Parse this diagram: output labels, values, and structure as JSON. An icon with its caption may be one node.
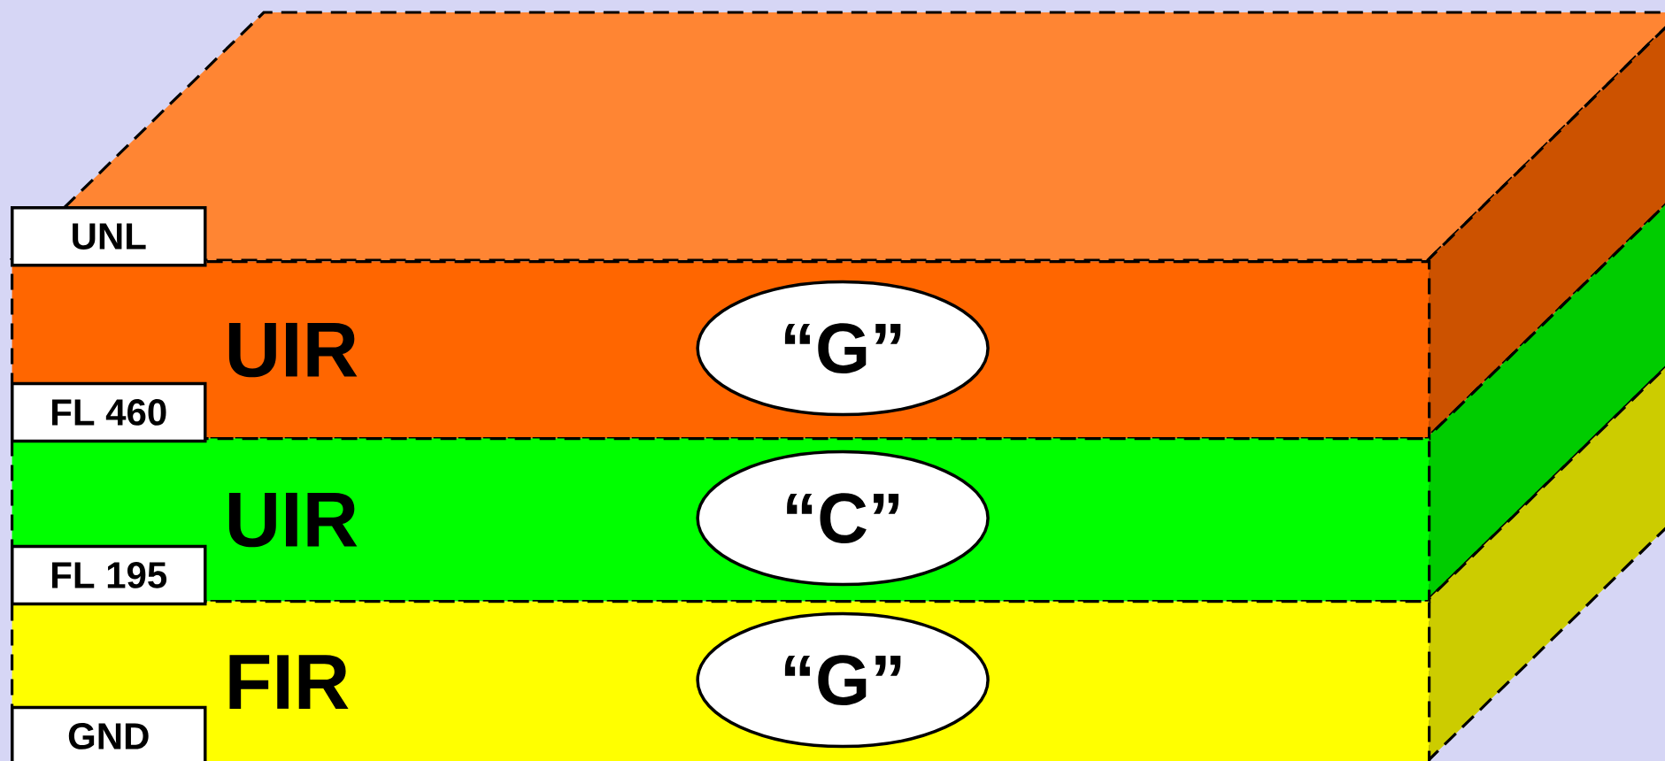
{
  "diagram": {
    "nodes": [
      {
        "text": [
          "UIR"
        ]
      },
      {
        "text": [
          "“G”"
        ],
        "in": 0
      },
      {
        "text": [
          "UIR"
        ]
      },
      {
        "text": [
          "“C”"
        ],
        "in": 2
      },
      {
        "text": [
          "FIR"
        ]
      },
      {
        "text": [
          "“G”"
        ],
        "in": 4
      },
      {
        "text": [
          "UNL"
        ]
      },
      {
        "text": [
          "FL 460"
        ],
        "in": 0
      },
      {
        "text": [
          "FL 195"
        ],
        "in": 2
      },
      {
        "text": [
          "GND"
        ],
        "in": 4
      }
    ]
  }
}
